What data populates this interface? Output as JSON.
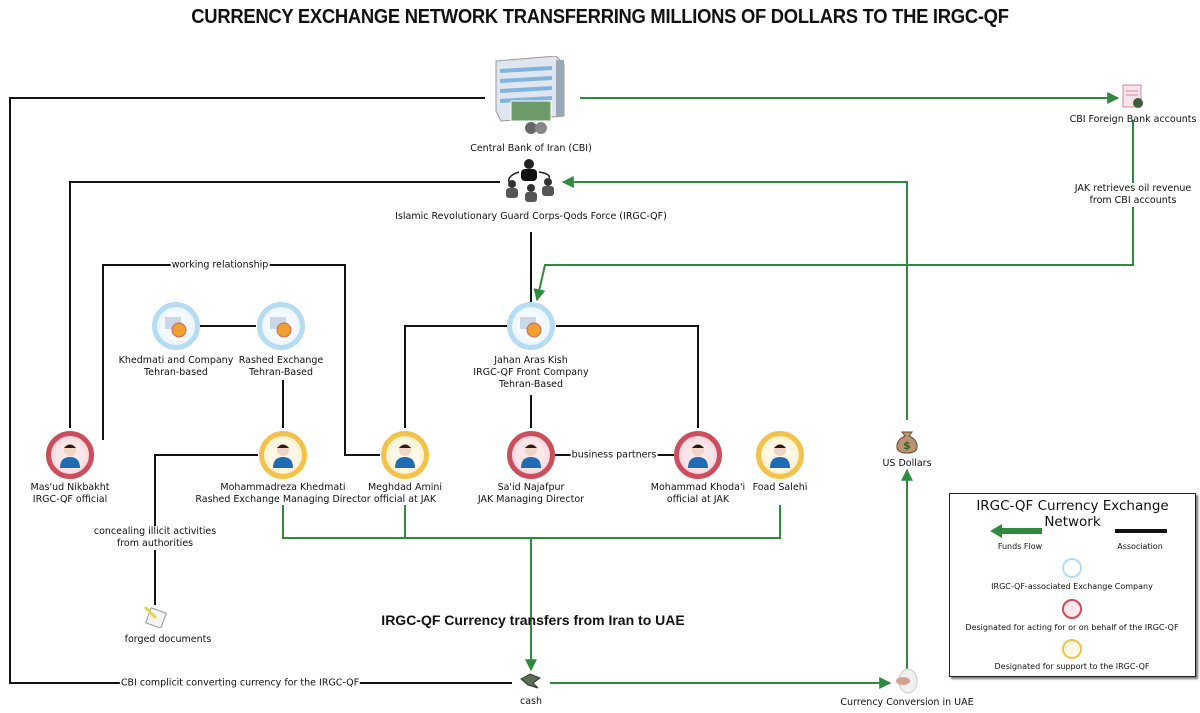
{
  "title": "CURRENCY EXCHANGE NETWORK TRANSFERRING MILLIONS OF DOLLARS TO THE IRGC-QF",
  "subtitle": "IRGC-QF Currency transfers from Iran to UAE",
  "colors": {
    "funds_flow": "#2e8b3e",
    "association": "#111111",
    "exchange_company": "#b6dcf3",
    "acting_for_irgc": "#cc4e5c",
    "support_to_irgc": "#f2c24a"
  },
  "nodes": {
    "cbi": {
      "label": "Central Bank of Iran (CBI)",
      "icon": "bank-building-money-icon"
    },
    "cbi_foreign": {
      "label": "CBI Foreign Bank accounts",
      "icon": "bank-statement-icon"
    },
    "irgc": {
      "label": "Islamic Revolutionary Guard Corps-Qods Force (IRGC-QF)",
      "icon": "group-network-icon"
    },
    "khedmati_company": {
      "line1": "Khedmati and Company",
      "line2": "Tehran-based",
      "type": "exchange_company"
    },
    "rashed": {
      "line1": "Rashed Exchange",
      "line2": "Tehran-Based",
      "type": "exchange_company"
    },
    "jak": {
      "line1": "Jahan Aras Kish",
      "line2": "IRGC-QF Front Company",
      "line3": "Tehran-Based",
      "type": "exchange_company"
    },
    "nikbakht": {
      "line1": "Mas'ud Nikbakht",
      "line2": "IRGC-QF official",
      "type": "acting_for_irgc"
    },
    "m_khedmati": {
      "line1": "Mohammadreza Khedmati",
      "line2": "Rashed Exchange Managing Director",
      "type": "support_to_irgc"
    },
    "amini": {
      "line1": "Meghdad Amini",
      "line2": "official at JAK",
      "type": "support_to_irgc"
    },
    "najafpur": {
      "line1": "Sa'id Najafpur",
      "line2": "JAK Managing Director",
      "type": "acting_for_irgc"
    },
    "khodai": {
      "line1": "Mohammad Khoda'i",
      "line2": "official at JAK",
      "type": "acting_for_irgc"
    },
    "salehi": {
      "line1": "Foad Salehi",
      "type": "support_to_irgc"
    },
    "usd": {
      "label": "US Dollars",
      "icon": "money-bag-icon"
    },
    "forged": {
      "label": "forged documents",
      "icon": "notepad-pencil-icon"
    },
    "cash": {
      "label": "cash",
      "icon": "cash-icon"
    },
    "uae": {
      "label": "Currency Conversion in UAE",
      "icon": "currency-exchange-icon"
    }
  },
  "edge_labels": {
    "working": "working relationship",
    "business": "business partners",
    "concealing_1": "concealing illicit activities",
    "concealing_2": "from authorities",
    "jak_retrieves_1": "JAK retrieves oil revenue",
    "jak_retrieves_2": "from CBI accounts",
    "cbi_complicit": "CBI complicit converting currency for the IRGC-QF"
  },
  "legend": {
    "title": "IRGC-QF Currency Exchange Network",
    "funds_flow": "Funds Flow",
    "association": "Association",
    "exchange_company": "IRGC-QF-associated Exchange Company",
    "acting_for": "Designated for acting for or on behalf of the IRGC-QF",
    "support_to": "Designated for support to the IRGC-QF"
  }
}
